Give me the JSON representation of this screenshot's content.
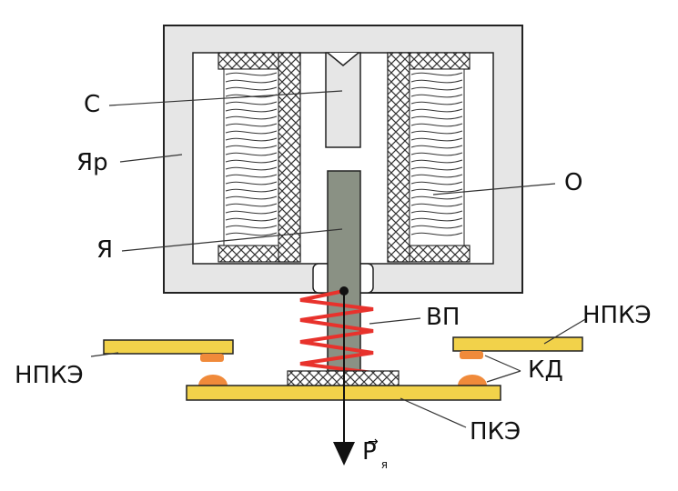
{
  "labels": {
    "core": "С",
    "yoke": "Яр",
    "armature": "Я",
    "coil": "О",
    "return_spring": "ВП",
    "fixed_contact_left": "НПКЭ",
    "fixed_contact_right": "НПКЭ",
    "contacts": "КД",
    "moving_contact": "ПКЭ",
    "force_symbol": "P",
    "force_subscript": "я"
  },
  "colors": {
    "yoke_fill": "#e6e6e6",
    "armature_fill": "#8a9184",
    "contact_plate": "#f2d24a",
    "contact_tip": "#f08a3a",
    "spring": "#e8322c",
    "stroke": "#222222"
  }
}
